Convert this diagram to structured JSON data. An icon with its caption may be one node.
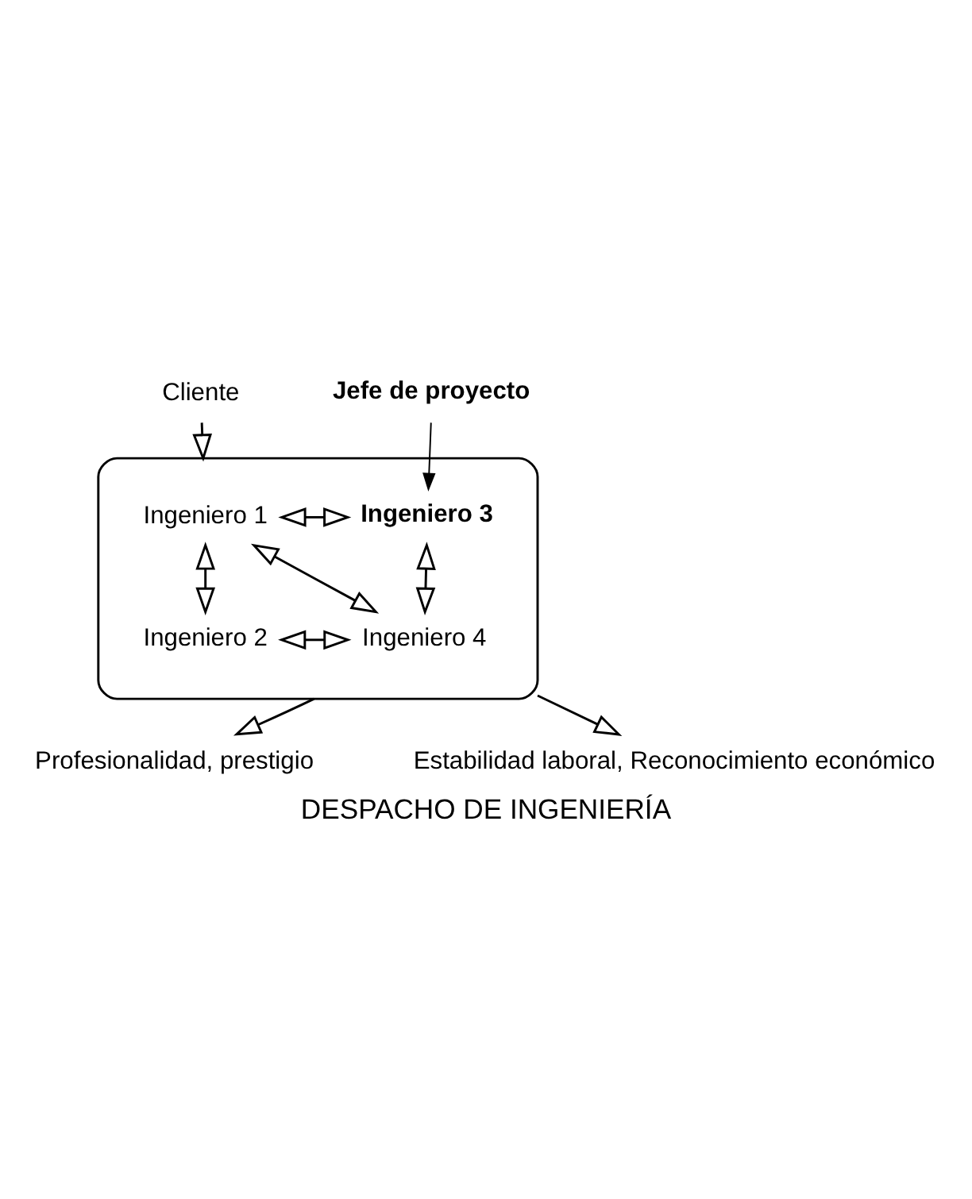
{
  "diagram": {
    "caption": "DESPACHO DE INGENIERÍA",
    "nodes": [
      {
        "text": [
          "Cliente"
        ]
      },
      {
        "text": [
          "Jefe de proyecto"
        ]
      },
      {
        "text": [],
        "shape": "box"
      },
      {
        "text": [
          "Ingeniero 1"
        ],
        "in": 2
      },
      {
        "text": [
          "Ingeniero 3"
        ],
        "in": 2
      },
      {
        "text": [
          "Ingeniero 2"
        ],
        "in": 2
      },
      {
        "text": [
          "Ingeniero 4"
        ],
        "in": 2
      },
      {
        "text": [
          "Profesionalidad, prestigio"
        ]
      },
      {
        "text": [
          "Estabilidad laboral, Reconocimiento económico"
        ]
      }
    ],
    "edges": [
      {
        "from": 0,
        "to": 2,
        "arrow": "to"
      },
      {
        "from": 1,
        "to": 4,
        "arrow": "to"
      },
      {
        "from": 3,
        "to": 4,
        "arrow": "both"
      },
      {
        "from": 3,
        "to": 5,
        "arrow": "both"
      },
      {
        "from": 4,
        "to": 6,
        "arrow": "both"
      },
      {
        "from": 3,
        "to": 6,
        "arrow": "both"
      },
      {
        "from": 5,
        "to": 6,
        "arrow": "both"
      },
      {
        "from": 2,
        "to": 7,
        "arrow": "to"
      },
      {
        "from": 2,
        "to": 8,
        "arrow": "to"
      }
    ]
  }
}
